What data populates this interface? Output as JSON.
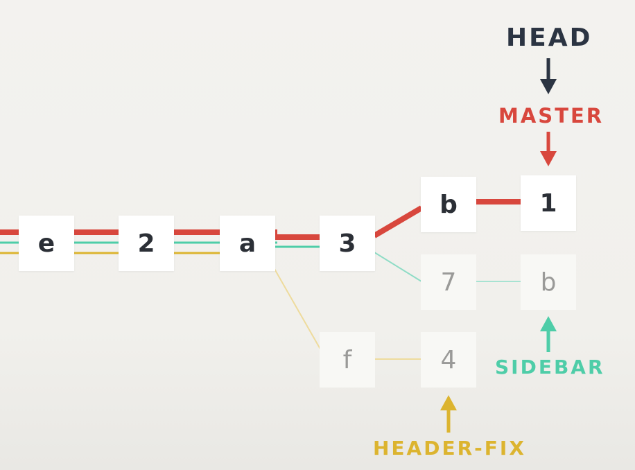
{
  "colors": {
    "master": "#d8473d",
    "sidebar": "#4ecda8",
    "header_fix": "#dcb42f",
    "head": "#2b3442"
  },
  "nodes": {
    "e": "e",
    "n2": "2",
    "a": "a",
    "n3": "3",
    "b_master": "b",
    "n1": "1",
    "n7": "7",
    "b_sidebar": "b",
    "f": "f",
    "n4": "4"
  },
  "labels": {
    "head": "HEAD",
    "master": "MASTER",
    "sidebar": "SIDEBAR",
    "header_fix": "HEADER-FIX"
  },
  "icons": {
    "head_arrow": "arrow-down-icon",
    "master_arrow": "arrow-down-icon",
    "sidebar_arrow": "arrow-up-icon",
    "header_fix_arrow": "arrow-up-icon"
  }
}
